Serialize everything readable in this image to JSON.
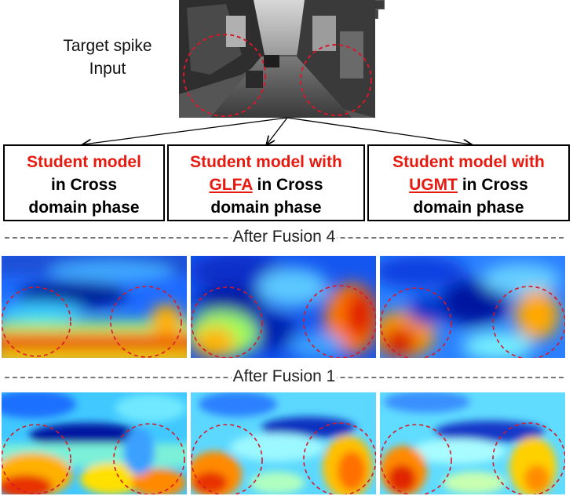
{
  "input": {
    "label_line1": "Target spike",
    "label_line2": "Input"
  },
  "columns": [
    {
      "red_text": "Student model",
      "module": "",
      "suffix": "in Cross",
      "suffix2": "domain phase"
    },
    {
      "red_text": "Student model with",
      "module": "GLFA",
      "suffix": " in Cross",
      "suffix2": "domain phase"
    },
    {
      "red_text": "Student model with",
      "module": "UGMT",
      "suffix": " in Cross",
      "suffix2": "domain phase"
    }
  ],
  "rows": [
    {
      "label": "After Fusion 4"
    },
    {
      "label": "After Fusion 1"
    }
  ],
  "colors": {
    "highlight_red": "#e8190f",
    "circle": "#d8182a",
    "jet_low": "#00008f",
    "jet_high": "#800000"
  }
}
